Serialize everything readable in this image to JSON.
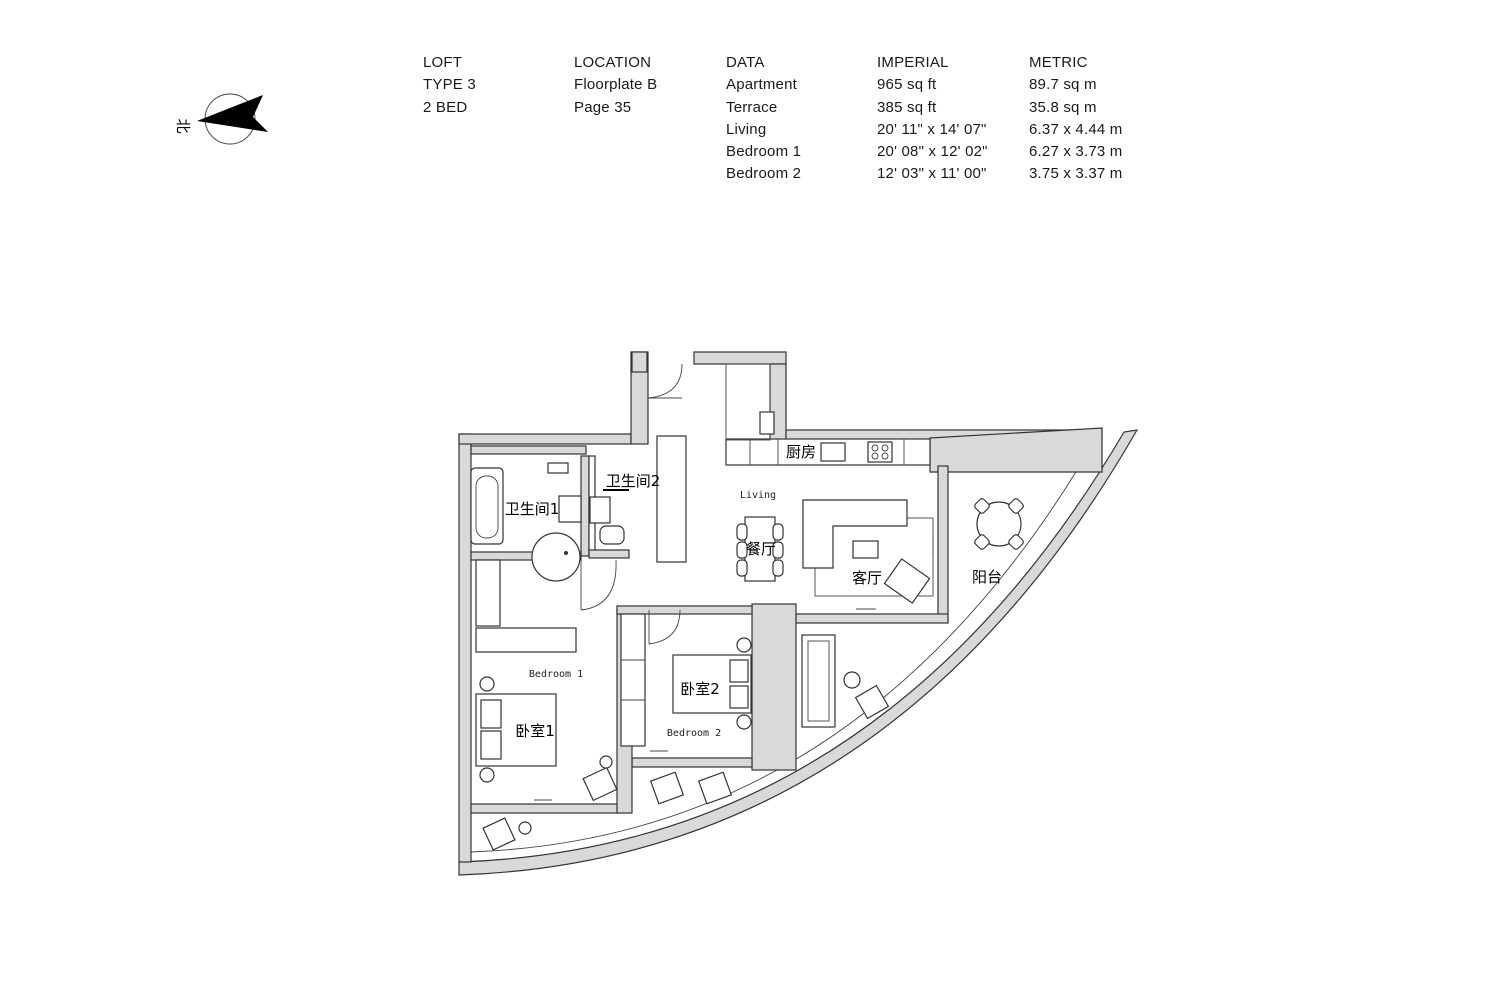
{
  "spec_table": {
    "columns": [
      {
        "header": "LOFT",
        "rows": [
          "TYPE 3",
          "2 BED"
        ]
      },
      {
        "header": "LOCATION",
        "rows": [
          "Floorplate B",
          "Page 35"
        ]
      },
      {
        "header": "DATA",
        "rows": [
          "Apartment",
          "Terrace",
          "Living",
          "Bedroom 1",
          "Bedroom 2"
        ]
      },
      {
        "header": "IMPERIAL",
        "rows": [
          "965 sq ft",
          "385 sq ft",
          "20' 11\" x 14' 07\"",
          "20' 08\" x 12' 02\"",
          "12' 03\" x 11' 00\""
        ]
      },
      {
        "header": "METRIC",
        "rows": [
          "89.7 sq m",
          "35.8 sq m",
          "6.37 x 4.44 m",
          "6.27 x 3.73 m",
          "3.75 x 3.37 m"
        ]
      }
    ]
  },
  "compass": {
    "label": "北",
    "icon": "north-arrow-icon"
  },
  "floor_plan": {
    "room_labels": {
      "kitchen": "厨房",
      "bath2": "卫生间2",
      "bath1": "卫生间1",
      "living_en": "Living",
      "dining": "餐厅",
      "living": "客厅",
      "terrace": "阳台",
      "bedroom2": "卧室2",
      "bedroom2_en": "Bedroom 2",
      "bedroom1_en": "Bedroom 1",
      "bedroom1": "卧室1"
    },
    "colors": {
      "wall_fill": "#d9d9d9",
      "line": "#333333",
      "background": "#ffffff"
    }
  }
}
